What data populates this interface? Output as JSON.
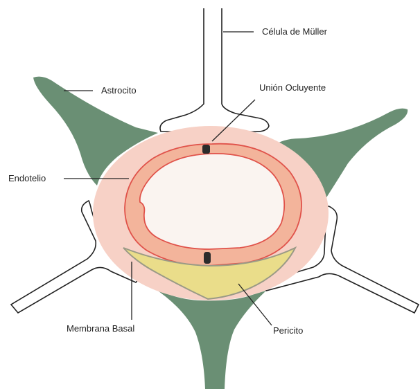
{
  "diagram": {
    "labels": {
      "muller": "Célula de Müller",
      "astrocito": "Astrocito",
      "union": "Unión Ocluyente",
      "endotelio": "Endotelio",
      "membrana": "Membrana Basal",
      "pericito": "Pericito"
    },
    "colors": {
      "astrocyte": "#6a8f74",
      "basal_lamina": "#f7d1c6",
      "endothelium_outer": "#f3b49b",
      "endothelium_line": "#e0524a",
      "lumen": "#faf4f0",
      "pericyte": "#eadd8a",
      "pericyte_edge": "#9a9a86",
      "tight_junction": "#2b2b2b",
      "muller_outline": "#222222"
    }
  }
}
